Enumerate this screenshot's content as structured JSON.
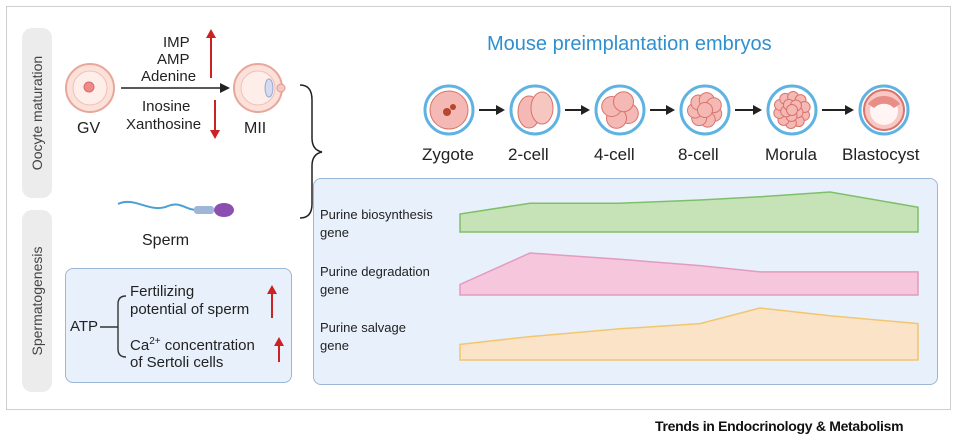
{
  "side_labels": {
    "oocyte": "Oocyte maturation",
    "spermatogenesis": "Spermatogenesis"
  },
  "oocyte": {
    "gv_label": "GV",
    "mii_label": "MII",
    "up_metabolites": [
      "IMP",
      "AMP",
      "Adenine"
    ],
    "down_metabolites": [
      "Inosine",
      "Xanthosine"
    ]
  },
  "sperm_label": "Sperm",
  "atp_box": {
    "root": "ATP",
    "items": [
      {
        "lines": [
          "Fertilizing",
          "potential of sperm"
        ]
      },
      {
        "line1_prefix": "Ca",
        "superscript": "2+",
        "line1_suffix": " concentration",
        "line2": "of Sertoli cells"
      }
    ]
  },
  "embryo": {
    "title": "Mouse preimplantation embryos",
    "stages": [
      "Zygote",
      "2-cell",
      "4-cell",
      "8-cell",
      "Morula",
      "Blastocyst"
    ]
  },
  "genes": [
    {
      "lines": [
        "Purine biosynthesis",
        "gene"
      ],
      "fill": "#c5e3b6",
      "stroke": "#7fbf6a",
      "profile": [
        0.45,
        0.72,
        0.72,
        0.8,
        0.88,
        1.0,
        0.62
      ]
    },
    {
      "lines": [
        "Purine degradation",
        "gene"
      ],
      "fill": "#f5c6dc",
      "stroke": "#e39bc0",
      "profile": [
        0.25,
        1.0,
        0.85,
        0.7,
        0.55,
        0.55,
        0.55
      ]
    },
    {
      "lines": [
        "Purine salvage",
        "gene"
      ],
      "fill": "#fbe3c8",
      "stroke": "#f2c66f",
      "profile": [
        0.3,
        0.45,
        0.6,
        0.7,
        1.0,
        0.85,
        0.7
      ]
    }
  ],
  "colors": {
    "accent_blue": "#2f8fcf",
    "up_arrow": "#cc2222",
    "down_arrow": "#cc2222",
    "cell_fill": "#f4b9b4",
    "cell_edge": "#d9736c",
    "ring_blue": "#5fb3e3"
  },
  "footer": "Trends in Endocrinology & Metabolism"
}
